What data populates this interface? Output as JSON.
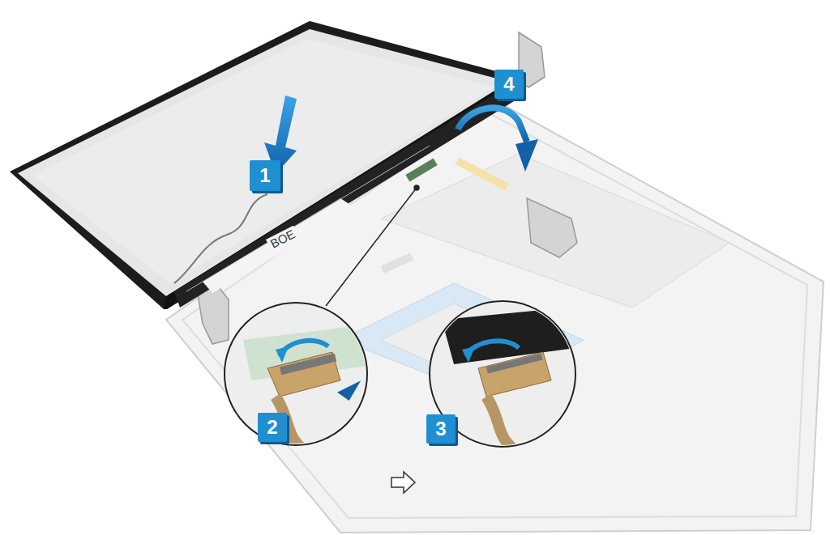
{
  "diagram": {
    "labels": [
      "4",
      "1",
      "BOE",
      "2",
      "3"
    ]
  }
}
